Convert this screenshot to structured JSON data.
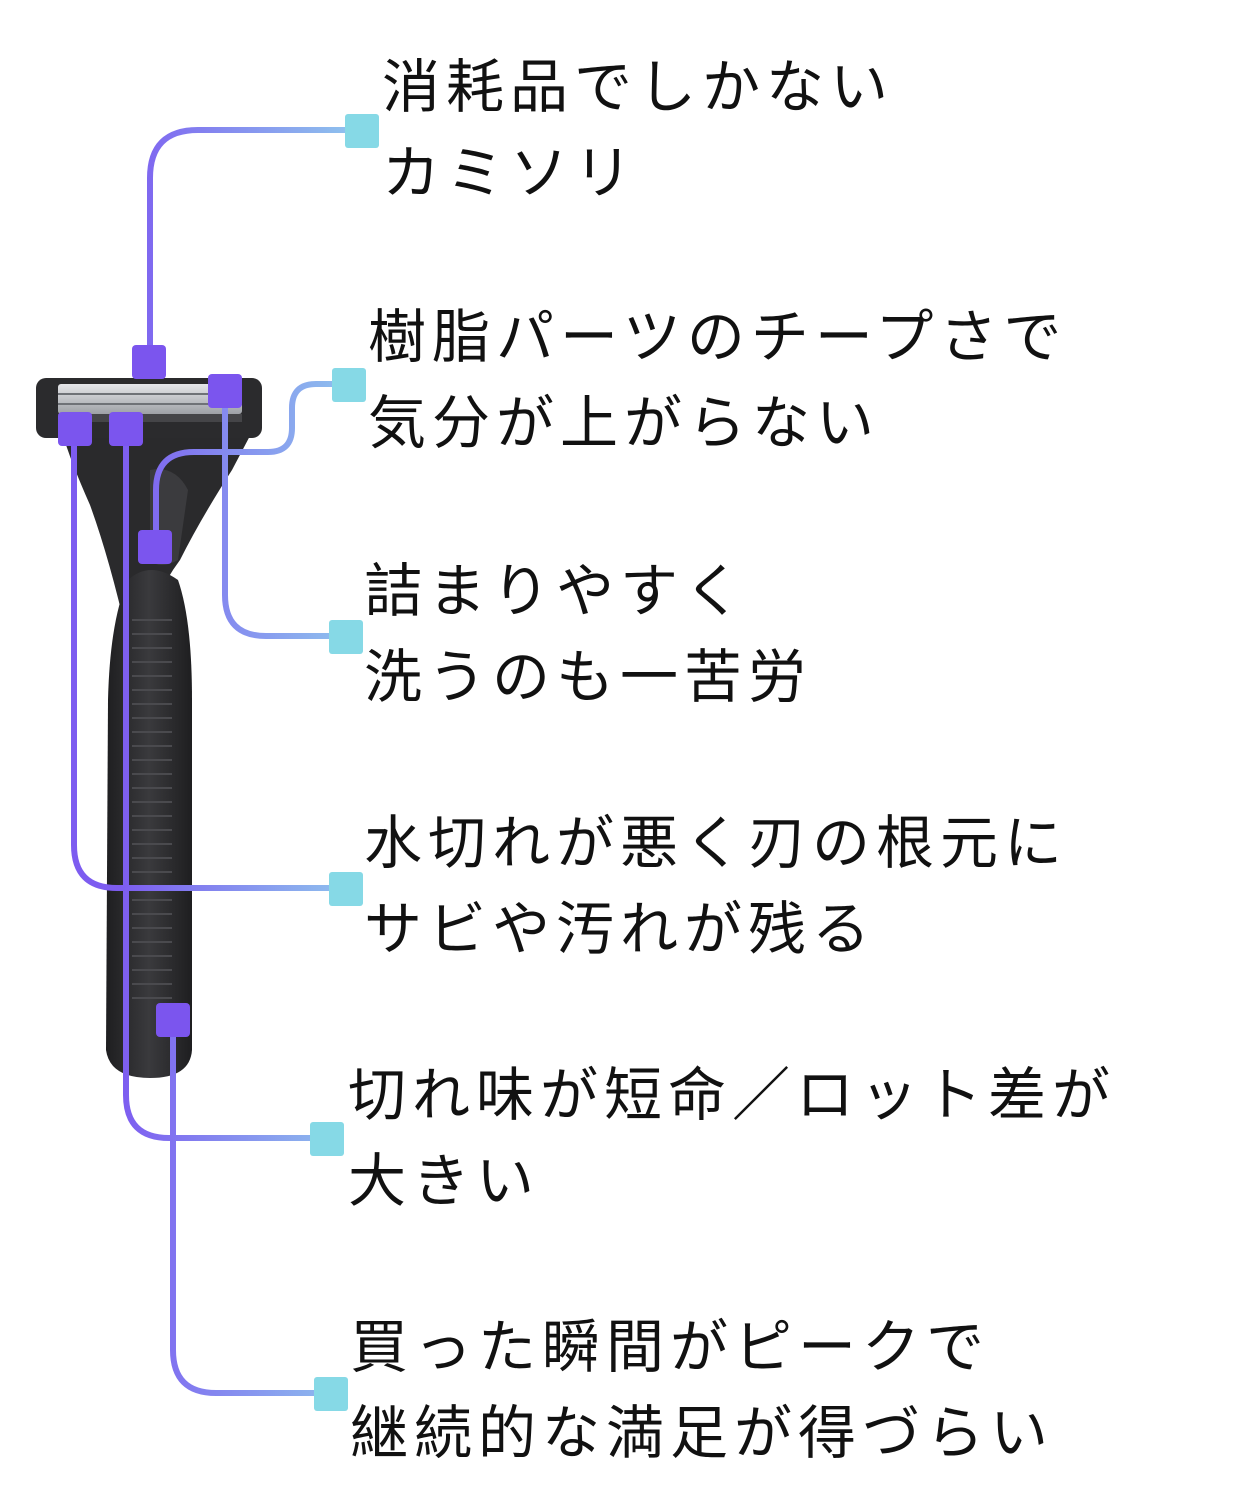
{
  "colors": {
    "connector_start": "#7d5cf0",
    "connector_end": "#7fd4e3",
    "anchor_marker": "#7b55ee",
    "end_marker": "#86d9e6",
    "razor_body": "#2b2b2d",
    "razor_blade": "#c9cbcf",
    "text": "#111111"
  },
  "callouts": [
    {
      "id": "disposable",
      "lines": [
        "消耗品でしかない",
        "カミソリ"
      ]
    },
    {
      "id": "resin-parts",
      "lines": [
        "樹脂パーツのチープさで",
        "気分が上がらない"
      ]
    },
    {
      "id": "clogging",
      "lines": [
        "詰まりやすく",
        "洗うのも一苦労"
      ]
    },
    {
      "id": "rust",
      "lines": [
        "水切れが悪く刃の根元に",
        "サビや汚れが残る"
      ]
    },
    {
      "id": "sharpness",
      "lines": [
        "切れ味が短命／ロット差が",
        "大きい"
      ]
    },
    {
      "id": "satisfaction",
      "lines": [
        "買った瞬間がピークで",
        "継続的な満足が得づらい"
      ]
    }
  ]
}
